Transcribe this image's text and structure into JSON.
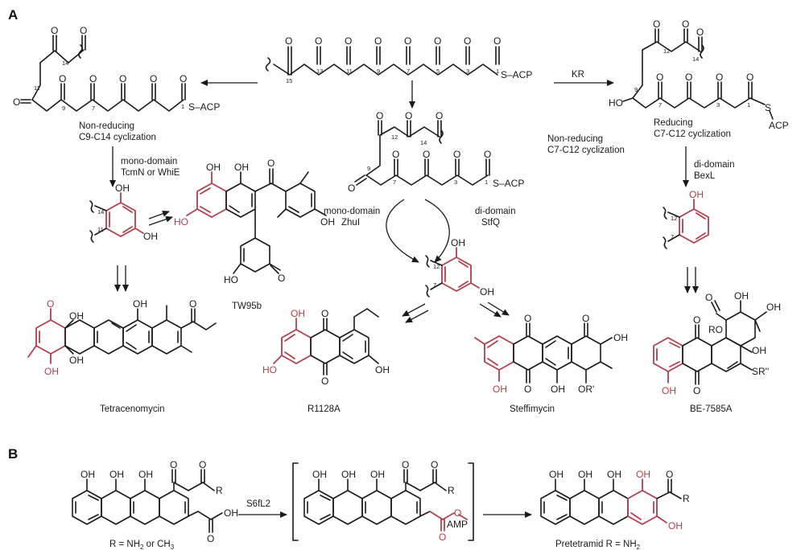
{
  "panels": {
    "a": "A",
    "b": "B"
  },
  "colors": {
    "highlight": "#b0404d",
    "bond": "#1a1a1a",
    "background": "#ffffff"
  },
  "top_chain": {
    "numbers": [
      "15",
      "13",
      "11",
      "9",
      "7",
      "5",
      "3",
      "1"
    ],
    "thioester": "S–ACP"
  },
  "left_branch": {
    "numbers": [
      "14",
      "11",
      "9",
      "7",
      "1"
    ],
    "thioester": "S–ACP",
    "label_line1": "Non-reducing",
    "label_line2": "C9-C14 cyclization",
    "enzyme_line1": "mono-domain",
    "enzyme_line2": "TcmN or WhiE",
    "ring_locants": [
      "14",
      "11"
    ]
  },
  "middle_branch": {
    "numbers": [
      "12",
      "14",
      "9",
      "7",
      "3",
      "1"
    ],
    "thioester": "S–ACP",
    "label_line1": "Non-reducing",
    "label_line2": "C7-C12 cyclization",
    "enzyme_left_line1": "mono-domain",
    "enzyme_left_line2": "ZhuI",
    "enzyme_right_line1": "di-domain",
    "enzyme_right_line2": "StfQ",
    "ring_locants": [
      "12",
      "7"
    ]
  },
  "right_branch": {
    "kr_label": "KR",
    "numbers": [
      "12",
      "14",
      "9",
      "7",
      "3",
      "1"
    ],
    "ho": "HO",
    "thioester_s": "S",
    "thioester_acp": "ACP",
    "label_line1": "Reducing",
    "label_line2": "C7-C12 cyclization",
    "enzyme_line1": "di-domain",
    "enzyme_line2": "BexL",
    "ring_locants": [
      "12",
      "7"
    ]
  },
  "products": {
    "tw95b": "TW95b",
    "tetracenomycin": "Tetracenomycin",
    "r1128a": "R1128A",
    "steffimycin": "Steffimycin",
    "be7585a": "BE-7585A"
  },
  "atoms": {
    "oh": "OH",
    "ho": "HO",
    "o": "O",
    "or_prime": "OR'",
    "ro": "RO",
    "sr": "SR''",
    "r": "R",
    "amp": "AMP"
  },
  "panel_b": {
    "enzyme": "S6fL2",
    "r_label": "R = NH",
    "r_label_sub": "2",
    "r_label_tail": " or CH",
    "r_label_sub2": "3",
    "product_label": "Pretetramid R = NH",
    "product_label_sub": "2"
  }
}
